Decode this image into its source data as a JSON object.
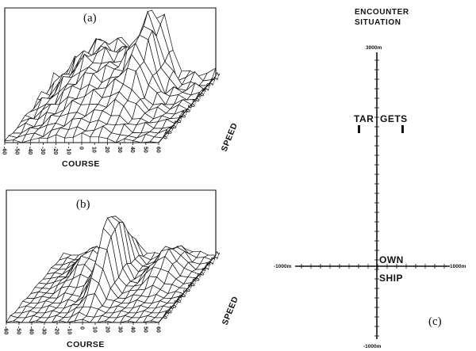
{
  "figure": {
    "panel_a": {
      "label": "(a)",
      "x_axis_title": "COURSE",
      "y_axis_title": "SPEED",
      "course_ticks": [
        "-60",
        "-50",
        "-40",
        "-30",
        "-20",
        "-10",
        "0",
        "10",
        "20",
        "30",
        "40",
        "50",
        "60"
      ],
      "speed_ticks": [
        "0.1",
        "0.2",
        "0.3",
        "0.4",
        "0.5",
        "0.6",
        "0.7",
        "0.8",
        "0.9",
        "1.0",
        "1.1",
        "1.2"
      ]
    },
    "panel_b": {
      "label": "(b)",
      "x_axis_title": "COURSE",
      "y_axis_title": "SPEED",
      "course_ticks": [
        "-60",
        "-50",
        "-40",
        "-30",
        "-20",
        "-10",
        "0",
        "10",
        "20",
        "30",
        "40",
        "50",
        "60"
      ],
      "speed_ticks": [
        "0.1",
        "0.2",
        "0.3",
        "0.4",
        "0.5",
        "0.6",
        "0.7",
        "0.8",
        "0.9",
        "1.0",
        "1.1",
        "1.2"
      ]
    },
    "panel_c": {
      "label": "(c)",
      "title_line1": "ENCOUNTER",
      "title_line2": "SITUATION",
      "top_value": "3000m",
      "bottom_value": "-1000m",
      "left_value": "-1000m",
      "right_value": "1000m",
      "targets_part1": "TAR",
      "targets_part2": "GETS",
      "own_label": "OWN",
      "ship_label": "SHIP"
    }
  }
}
